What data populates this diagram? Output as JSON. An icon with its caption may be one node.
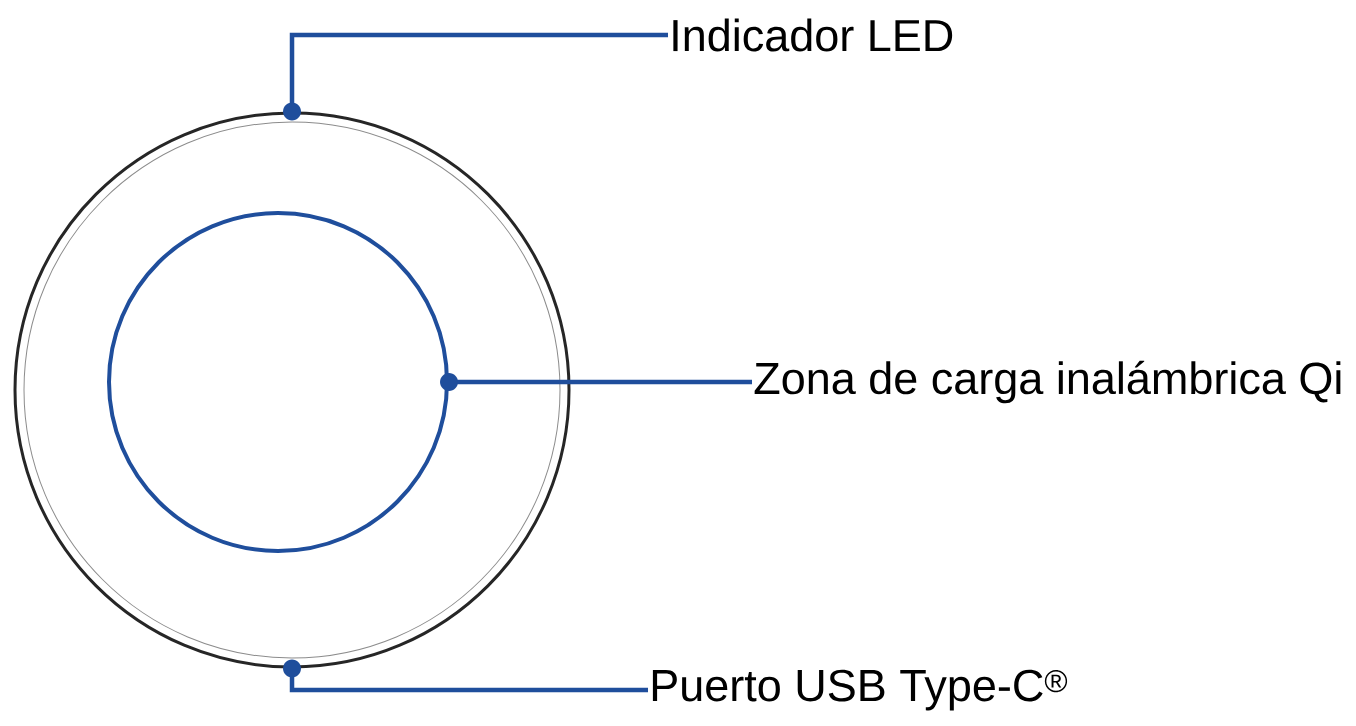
{
  "diagram": {
    "nodes": [
      {
        "text": [
          "Indicador LED"
        ]
      },
      {
        "text": [
          "Zona de carga inalámbrica Qi"
        ]
      },
      {
        "text": [
          "Puerto USB Type-C$^{®}$"
        ]
      },
      {
        "text": [],
        "shape": "circle"
      },
      {
        "text": [],
        "shape": "circle",
        "in": 3
      }
    ],
    "edges": [
      {
        "from": 0,
        "to": 3,
        "arrow": "other"
      },
      {
        "from": 1,
        "to": 4,
        "arrow": "other"
      },
      {
        "from": 2,
        "to": 3,
        "arrow": "other"
      }
    ]
  }
}
